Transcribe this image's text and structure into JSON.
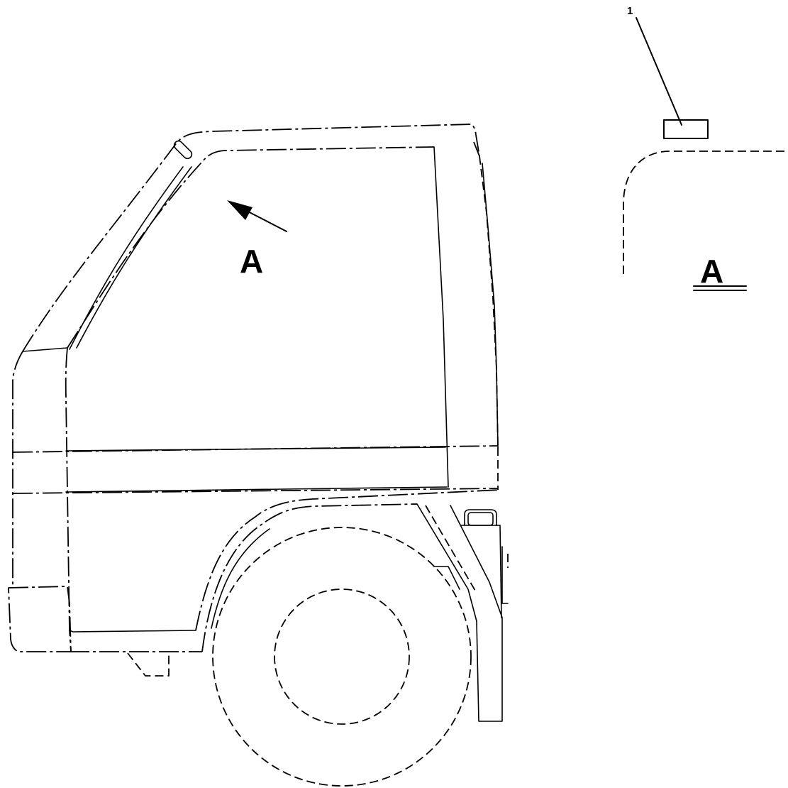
{
  "diagram": {
    "view_arrow_label": "A",
    "detail_view_label": "A",
    "callout_number": "1"
  }
}
